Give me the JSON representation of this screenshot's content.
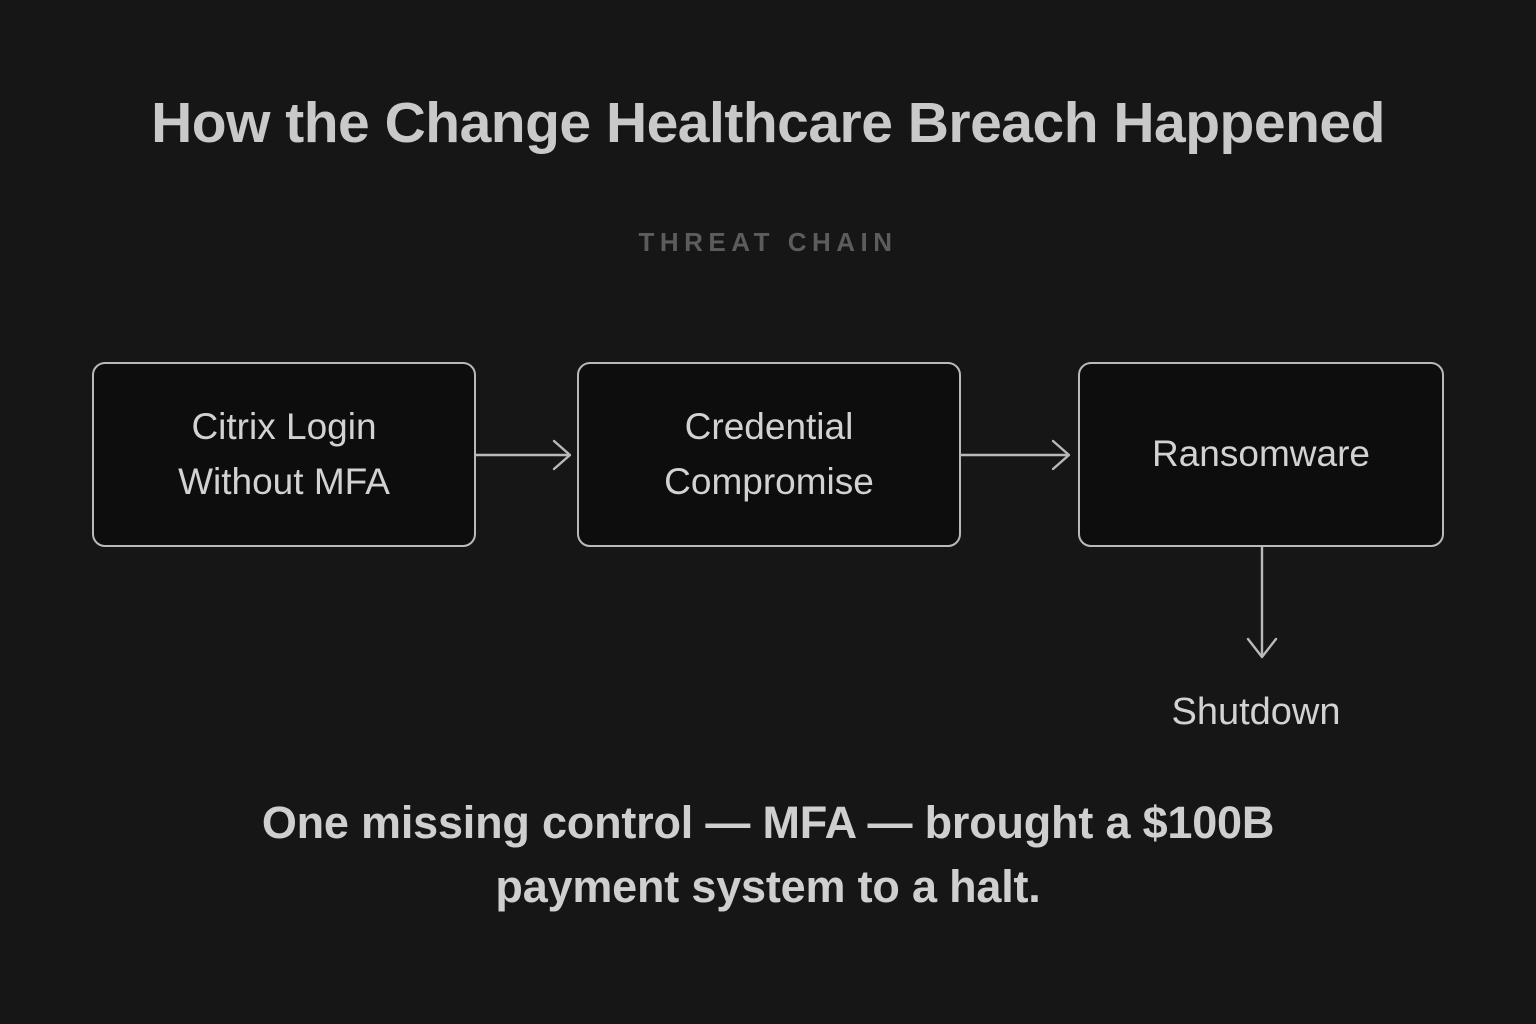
{
  "header": {
    "title": "How the Change Healthcare Breach Happened",
    "subtitle": "THREAT CHAIN"
  },
  "flow": {
    "nodes": [
      {
        "id": "citrix-login-without-mfa",
        "label": "Citrix Login\nWithout MFA"
      },
      {
        "id": "credential-compromise",
        "label": "Credential\nCompromise"
      },
      {
        "id": "ransomware",
        "label": "Ransomware"
      }
    ],
    "terminal": {
      "id": "shutdown",
      "label": "Shutdown"
    },
    "connectors": [
      {
        "from": "citrix-login-without-mfa",
        "to": "credential-compromise",
        "direction": "right"
      },
      {
        "from": "credential-compromise",
        "to": "ransomware",
        "direction": "right"
      },
      {
        "from": "ransomware",
        "to": "shutdown",
        "direction": "down"
      }
    ]
  },
  "caption": {
    "text": "One missing control — MFA — brought a $100B payment system to a halt."
  },
  "colors": {
    "background": "#161616",
    "node_fill": "#0d0d0d",
    "node_border": "#b9b9b9",
    "title_text": "#c9c9c9",
    "subtitle_text": "#5c5c5c",
    "body_text": "#d2d2d2",
    "caption_text": "#cfcfcf"
  }
}
